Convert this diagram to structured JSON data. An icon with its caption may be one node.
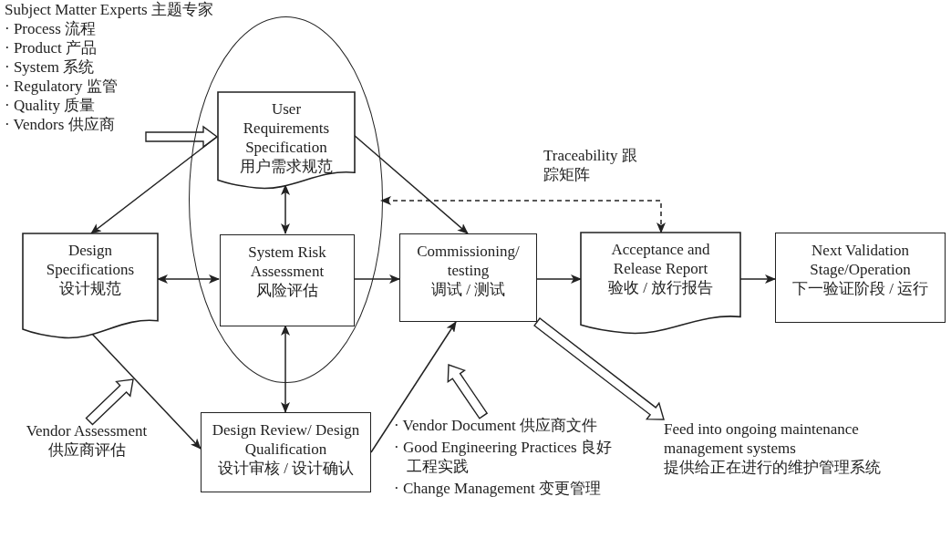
{
  "diagram": {
    "nodes": [
      {
        "text": [
          "Subject Matter Experts 主题专家",
          "· Process 流程",
          "· Product 产品",
          "· System 系统",
          "· Regulatory 监管",
          "· Quality 质量",
          "· Vendors 供应商"
        ]
      },
      {
        "text": [],
        "shape": "ellipse"
      },
      {
        "text": [
          "User Requirements Specification",
          "用户需求规范"
        ],
        "in": 1
      },
      {
        "text": [
          "Design Specifications",
          "设计规范"
        ]
      },
      {
        "text": [
          "System Risk Assessment",
          "风险评估"
        ],
        "in": 1
      },
      {
        "text": [
          "Commissioning/ testing",
          "调试 / 测试"
        ]
      },
      {
        "text": [
          "Acceptance and Release Report",
          "验收 / 放行报告"
        ]
      },
      {
        "text": [
          "Next Validation Stage/Operation",
          "下一验证阶段 / 运行"
        ]
      },
      {
        "text": [
          "Design Review/ Design Qualification",
          "设计审核 / 设计确认"
        ]
      },
      {
        "text": [
          "Vendor Assessment",
          "供应商评估"
        ]
      },
      {
        "text": [
          "· Vendor Document 供应商文件",
          "· Good Engineering Practices 良好工程实践",
          "· Change Management 变更管理"
        ]
      },
      {
        "text": [
          "Feed into ongoing maintenance management systems",
          "提供给正在进行的维护管理系统"
        ]
      }
    ],
    "edges": [
      {
        "from": 0,
        "to": 2,
        "arrow": "to",
        "style": "thick"
      },
      {
        "from": 2,
        "to": 3,
        "arrow": "to"
      },
      {
        "from": 2,
        "to": 5,
        "arrow": "to"
      },
      {
        "from": 2,
        "to": 4,
        "arrow": "both"
      },
      {
        "from": 3,
        "to": 4,
        "arrow": "both"
      },
      {
        "from": 4,
        "to": 5,
        "arrow": "to"
      },
      {
        "from": 4,
        "to": 8,
        "arrow": "both"
      },
      {
        "from": 3,
        "to": 8,
        "arrow": "to"
      },
      {
        "from": 8,
        "to": 5,
        "arrow": "to"
      },
      {
        "from": 5,
        "to": 6,
        "arrow": "to"
      },
      {
        "from": 6,
        "to": 7,
        "arrow": "to"
      },
      {
        "from": 6,
        "to": 1,
        "arrow": "both",
        "style": "dashed",
        "label": "Traceability 跟踪矩阵"
      },
      {
        "from": 9,
        "to": null,
        "arrow": "to",
        "style": "thick"
      },
      {
        "from": 10,
        "to": null,
        "arrow": "to",
        "style": "thick"
      },
      {
        "from": 5,
        "to": 11,
        "arrow": "to",
        "style": "thick"
      }
    ]
  }
}
